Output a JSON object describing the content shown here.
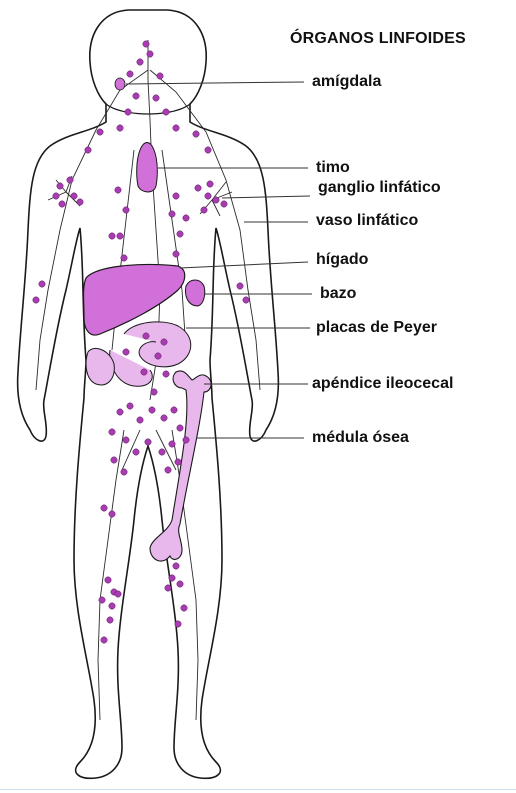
{
  "title": "ÓRGANOS LINFOIDES",
  "labels": [
    {
      "key": "amigdala",
      "text": "amígdala"
    },
    {
      "key": "timo",
      "text": "timo"
    },
    {
      "key": "ganglio",
      "text": "ganglio linfático"
    },
    {
      "key": "vaso",
      "text": "vaso linfático"
    },
    {
      "key": "higado",
      "text": "hígado"
    },
    {
      "key": "bazo",
      "text": "bazo"
    },
    {
      "key": "peyer",
      "text": "placas de Peyer"
    },
    {
      "key": "apendice",
      "text": "apéndice ileocecal"
    },
    {
      "key": "medula",
      "text": "médula ósea"
    }
  ],
  "colors": {
    "organ": "#d070d8",
    "organ_light": "#e8b8ec",
    "node": "#a83cb0",
    "outline": "#1a1a1a",
    "leader": "#333333"
  }
}
